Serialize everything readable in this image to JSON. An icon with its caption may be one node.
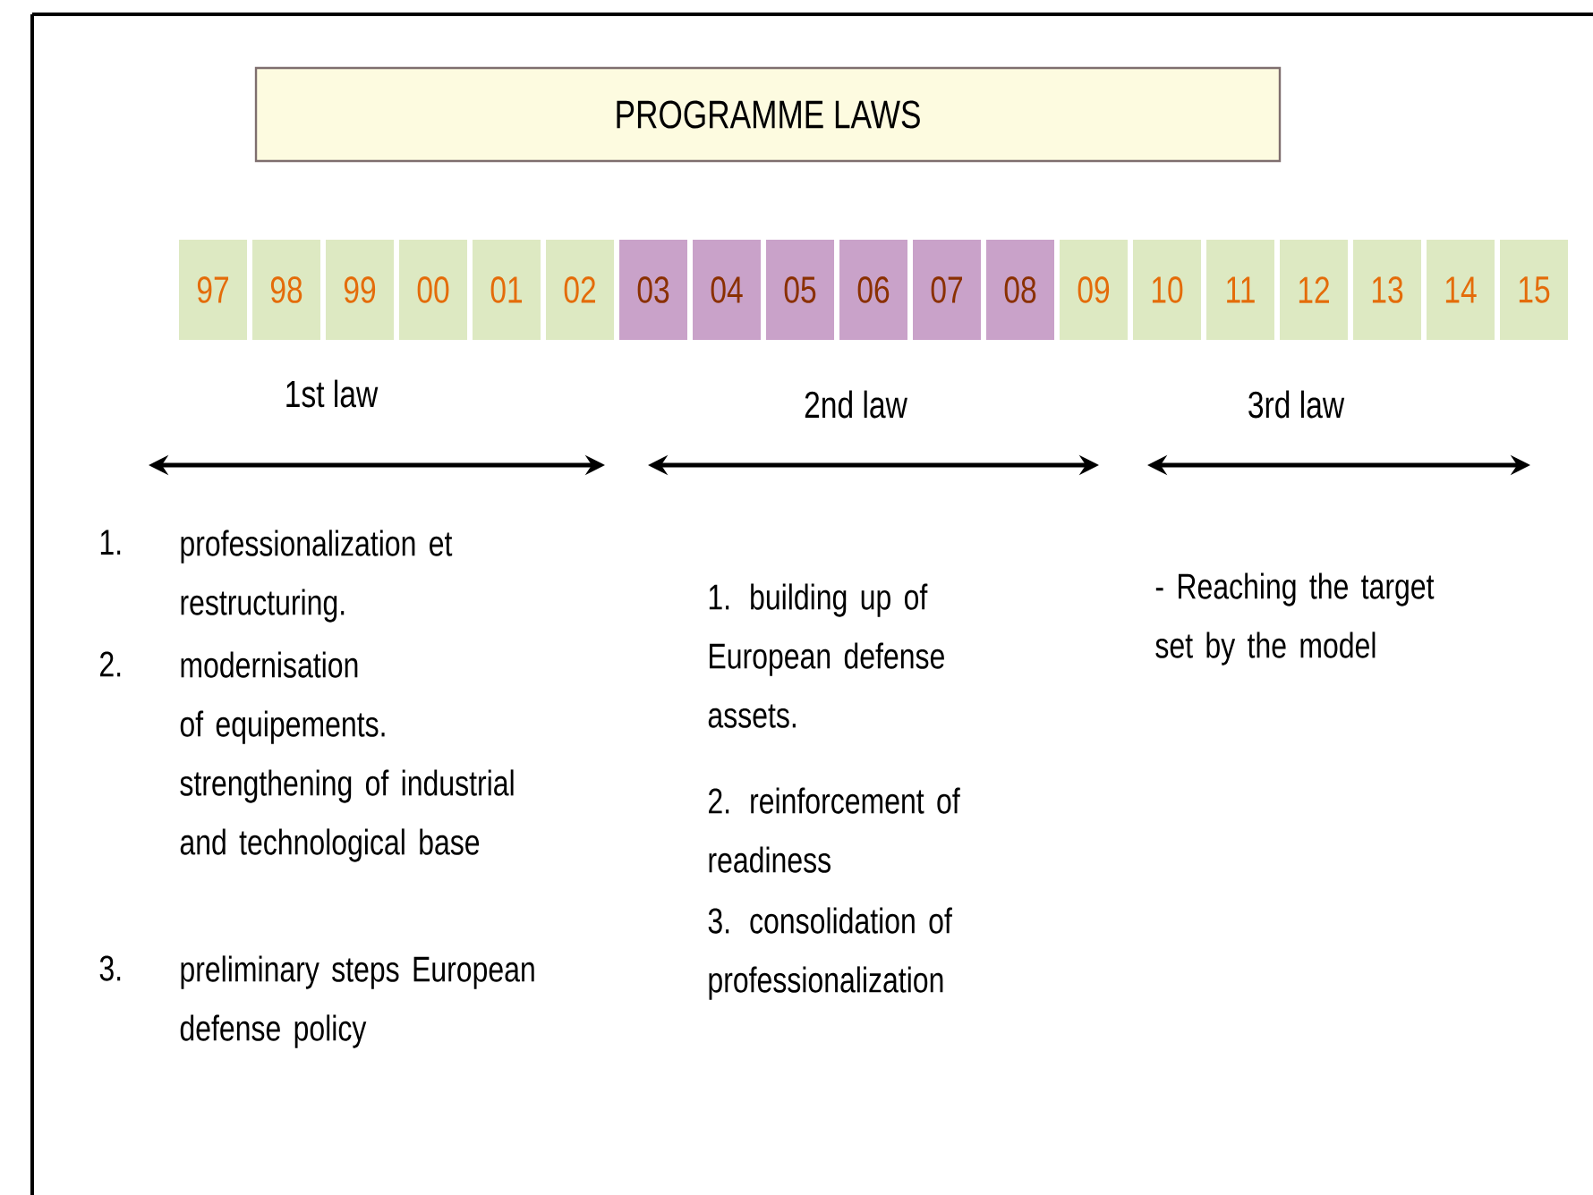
{
  "diagram": {
    "nodes": [
      {
        "text": [
          "PROGRAMME LAWS"
        ]
      },
      {
        "text": [
          "97"
        ]
      },
      {
        "text": [
          "98"
        ]
      },
      {
        "text": [
          "99"
        ]
      },
      {
        "text": [
          "00"
        ]
      },
      {
        "text": [
          "01"
        ]
      },
      {
        "text": [
          "02"
        ]
      },
      {
        "text": [
          "03"
        ]
      },
      {
        "text": [
          "04"
        ]
      },
      {
        "text": [
          "05"
        ]
      },
      {
        "text": [
          "06"
        ]
      },
      {
        "text": [
          "07"
        ]
      },
      {
        "text": [
          "08"
        ]
      },
      {
        "text": [
          "09"
        ]
      },
      {
        "text": [
          "10"
        ]
      },
      {
        "text": [
          "11"
        ]
      },
      {
        "text": [
          "12"
        ]
      },
      {
        "text": [
          "13"
        ]
      },
      {
        "text": [
          "14"
        ]
      },
      {
        "text": [
          "15"
        ]
      }
    ],
    "edges": [],
    "labels": [
      "1st law",
      "2nd law",
      "3rd law",
      "1.",
      "professionalization et restructuring.",
      "2.",
      "modernisation of equipements. strengthening of industrial and technological base",
      "3.",
      "preliminary steps European defense policy",
      "1. building up of European defense assets.",
      "2. reinforcement of readiness",
      "3. consolidation of professionalization",
      "- Reaching the target set by the model"
    ]
  }
}
